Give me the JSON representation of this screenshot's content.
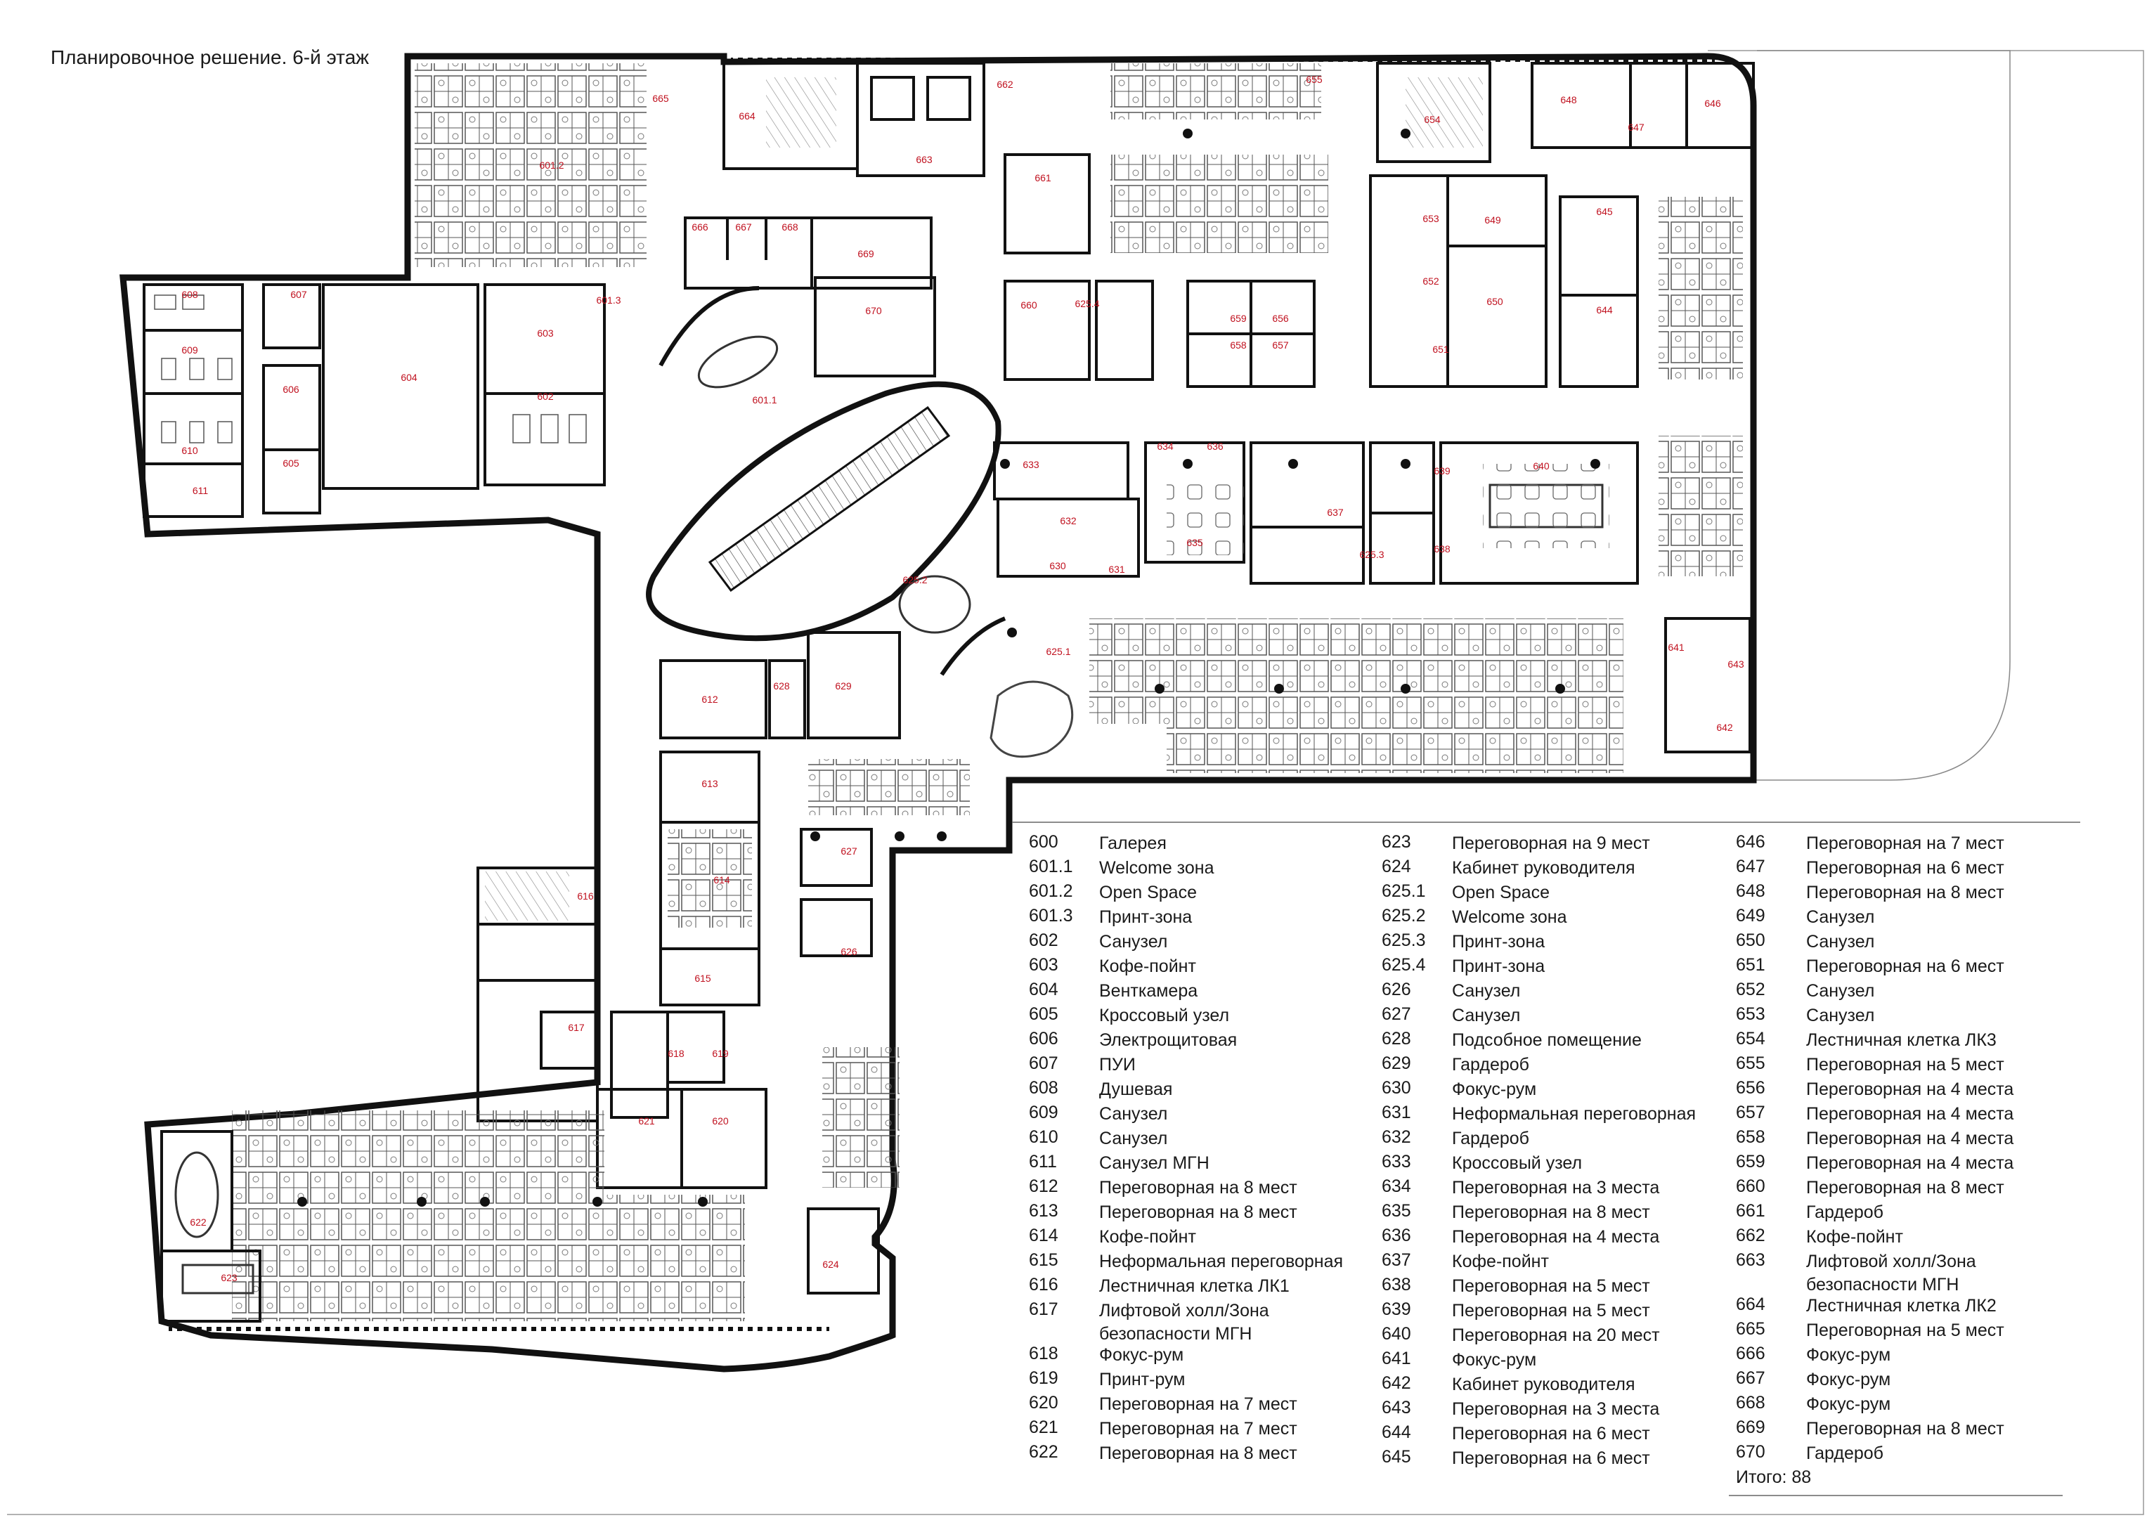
{
  "title": "Планировочное решение. 6-й этаж",
  "total": "Итого: 88",
  "colors": {
    "wall": "#111111",
    "room_label": "#c0111f",
    "furniture": "#444444"
  },
  "room_labels": [
    {
      "id": "601.2"
    },
    {
      "id": "665"
    },
    {
      "id": "664"
    },
    {
      "id": "663"
    },
    {
      "id": "662"
    },
    {
      "id": "655"
    },
    {
      "id": "654"
    },
    {
      "id": "648"
    },
    {
      "id": "647"
    },
    {
      "id": "646"
    },
    {
      "id": "661"
    },
    {
      "id": "666"
    },
    {
      "id": "667"
    },
    {
      "id": "668"
    },
    {
      "id": "669"
    },
    {
      "id": "608"
    },
    {
      "id": "607"
    },
    {
      "id": "601.3"
    },
    {
      "id": "670"
    },
    {
      "id": "660"
    },
    {
      "id": "625.4"
    },
    {
      "id": "659"
    },
    {
      "id": "656"
    },
    {
      "id": "658"
    },
    {
      "id": "657"
    },
    {
      "id": "653"
    },
    {
      "id": "649"
    },
    {
      "id": "645"
    },
    {
      "id": "652"
    },
    {
      "id": "650"
    },
    {
      "id": "651"
    },
    {
      "id": "644"
    },
    {
      "id": "609"
    },
    {
      "id": "603"
    },
    {
      "id": "604"
    },
    {
      "id": "606"
    },
    {
      "id": "602"
    },
    {
      "id": "601.1"
    },
    {
      "id": "610"
    },
    {
      "id": "605"
    },
    {
      "id": "611"
    },
    {
      "id": "633"
    },
    {
      "id": "634"
    },
    {
      "id": "636"
    },
    {
      "id": "639"
    },
    {
      "id": "640"
    },
    {
      "id": "637"
    },
    {
      "id": "632"
    },
    {
      "id": "635"
    },
    {
      "id": "638"
    },
    {
      "id": "625.3"
    },
    {
      "id": "630"
    },
    {
      "id": "631"
    },
    {
      "id": "625.2"
    },
    {
      "id": "625.1"
    },
    {
      "id": "641"
    },
    {
      "id": "643"
    },
    {
      "id": "612"
    },
    {
      "id": "628"
    },
    {
      "id": "629"
    },
    {
      "id": "642"
    },
    {
      "id": "613"
    },
    {
      "id": "627"
    },
    {
      "id": "614"
    },
    {
      "id": "616"
    },
    {
      "id": "626"
    },
    {
      "id": "615"
    },
    {
      "id": "617"
    },
    {
      "id": "618"
    },
    {
      "id": "619"
    },
    {
      "id": "621"
    },
    {
      "id": "620"
    },
    {
      "id": "622"
    },
    {
      "id": "623"
    },
    {
      "id": "624"
    }
  ],
  "legend": [
    [
      {
        "num": "600",
        "name": "Галерея"
      },
      {
        "num": "601.1",
        "name": "Welcome зона"
      },
      {
        "num": "601.2",
        "name": "Open Space"
      },
      {
        "num": "601.3",
        "name": "Принт-зона"
      },
      {
        "num": "602",
        "name": "Санузел"
      },
      {
        "num": "603",
        "name": "Кофе-пойнт"
      },
      {
        "num": "604",
        "name": "Венткамера"
      },
      {
        "num": "605",
        "name": "Кроссовый узел"
      },
      {
        "num": "606",
        "name": "Электрощитовая"
      },
      {
        "num": "607",
        "name": "ПУИ"
      },
      {
        "num": "608",
        "name": "Душевая"
      },
      {
        "num": "609",
        "name": "Санузел"
      },
      {
        "num": "610",
        "name": "Санузел"
      },
      {
        "num": "611",
        "name": "Санузел МГН"
      },
      {
        "num": "612",
        "name": "Переговорная на 8 мест"
      },
      {
        "num": "613",
        "name": "Переговорная на 8 мест"
      },
      {
        "num": "614",
        "name": "Кофе-пойнт"
      },
      {
        "num": "615",
        "name": "Неформальная переговорная"
      },
      {
        "num": "616",
        "name": "Лестничная клетка ЛК1"
      },
      {
        "num": "617",
        "name": "Лифтовой холл/Зона безопасности МГН"
      },
      {
        "num": "618",
        "name": "Фокус-рум"
      },
      {
        "num": "619",
        "name": "Принт-рум"
      },
      {
        "num": "620",
        "name": "Переговорная на 7 мест"
      },
      {
        "num": "621",
        "name": "Переговорная на 7 мест"
      },
      {
        "num": "622",
        "name": "Переговорная на 8 мест"
      }
    ],
    [
      {
        "num": "623",
        "name": "Переговорная на 9 мест"
      },
      {
        "num": "624",
        "name": "Кабинет руководителя"
      },
      {
        "num": "625.1",
        "name": "Open Space"
      },
      {
        "num": "625.2",
        "name": "Welcome зона"
      },
      {
        "num": "625.3",
        "name": "Принт-зона"
      },
      {
        "num": "625.4",
        "name": "Принт-зона"
      },
      {
        "num": "626",
        "name": "Санузел"
      },
      {
        "num": "627",
        "name": "Санузел"
      },
      {
        "num": "628",
        "name": "Подсобное помещение"
      },
      {
        "num": "629",
        "name": "Гардероб"
      },
      {
        "num": "630",
        "name": "Фокус-рум"
      },
      {
        "num": "631",
        "name": "Неформальная переговорная"
      },
      {
        "num": "632",
        "name": "Гардероб"
      },
      {
        "num": "633",
        "name": "Кроссовый узел"
      },
      {
        "num": "634",
        "name": "Переговорная на 3 места"
      },
      {
        "num": "635",
        "name": "Переговорная на 8 мест"
      },
      {
        "num": "636",
        "name": "Переговорная на 4 места"
      },
      {
        "num": "637",
        "name": "Кофе-пойнт"
      },
      {
        "num": "638",
        "name": "Переговорная на 5 мест"
      },
      {
        "num": "639",
        "name": "Переговорная на 5 мест"
      },
      {
        "num": "640",
        "name": "Переговорная на 20 мест"
      },
      {
        "num": "641",
        "name": "Фокус-рум"
      },
      {
        "num": "642",
        "name": "Кабинет руководителя"
      },
      {
        "num": "643",
        "name": "Переговорная на 3 места"
      },
      {
        "num": "644",
        "name": "Переговорная на 6 мест"
      },
      {
        "num": "645",
        "name": "Переговорная на 6 мест"
      }
    ],
    [
      {
        "num": "646",
        "name": "Переговорная на 7 мест"
      },
      {
        "num": "647",
        "name": "Переговорная на 6 мест"
      },
      {
        "num": "648",
        "name": "Переговорная на 8 мест"
      },
      {
        "num": "649",
        "name": "Санузел"
      },
      {
        "num": "650",
        "name": "Санузел"
      },
      {
        "num": "651",
        "name": "Переговорная на 6 мест"
      },
      {
        "num": "652",
        "name": "Санузел"
      },
      {
        "num": "653",
        "name": "Санузел"
      },
      {
        "num": "654",
        "name": "Лестничная клетка ЛК3"
      },
      {
        "num": "655",
        "name": "Переговорная на 5 мест"
      },
      {
        "num": "656",
        "name": "Переговорная на 4 места"
      },
      {
        "num": "657",
        "name": "Переговорная на 4 места"
      },
      {
        "num": "658",
        "name": "Переговорная на 4 места"
      },
      {
        "num": "659",
        "name": "Переговорная на 4 места"
      },
      {
        "num": "660",
        "name": "Переговорная на 8 мест"
      },
      {
        "num": "661",
        "name": "Гардероб"
      },
      {
        "num": "662",
        "name": "Кофе-пойнт"
      },
      {
        "num": "663",
        "name": "Лифтовой холл/Зона безопасности МГН"
      },
      {
        "num": "664",
        "name": "Лестничная клетка ЛК2"
      },
      {
        "num": "665",
        "name": "Переговорная на 5 мест"
      },
      {
        "num": "666",
        "name": "Фокус-рум"
      },
      {
        "num": "667",
        "name": "Фокус-рум"
      },
      {
        "num": "668",
        "name": "Фокус-рум"
      },
      {
        "num": "669",
        "name": "Переговорная на 8 мест"
      },
      {
        "num": "670",
        "name": "Гардероб"
      }
    ]
  ]
}
